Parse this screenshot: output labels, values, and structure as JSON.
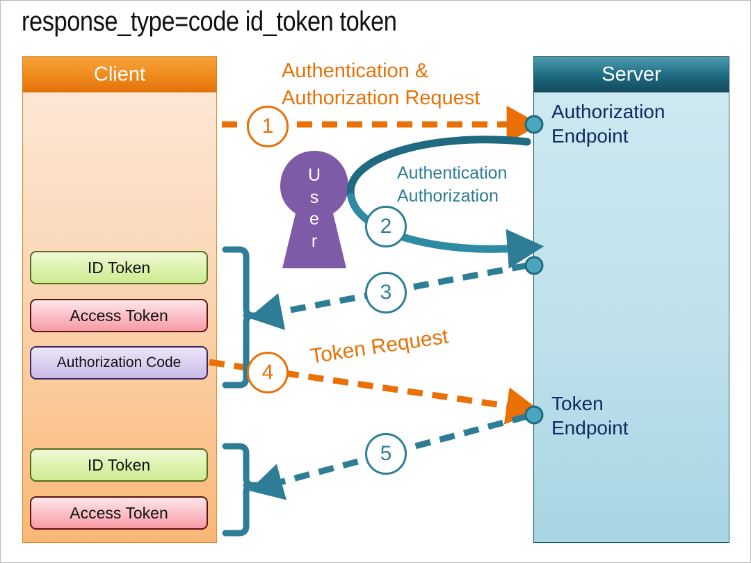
{
  "title": "response_type=code id_token token",
  "colors": {
    "orange": "#ea7005",
    "teal": "#2e7d96",
    "server_dark_teal": "#174f5e",
    "endpoint_text": "#102a60",
    "user_purple": "#7d5ba6",
    "id_token_green": "#cdeb91",
    "access_token_pink": "#f79aa4",
    "auth_code_purple": "#c9bbe7"
  },
  "client": {
    "header": "Client",
    "token_group_top": [
      {
        "label": "ID Token",
        "style": "green"
      },
      {
        "label": "Access Token",
        "style": "pink"
      },
      {
        "label": "Authorization Code",
        "style": "purple"
      }
    ],
    "token_group_bottom": [
      {
        "label": "ID Token",
        "style": "green"
      },
      {
        "label": "Access Token",
        "style": "pink"
      }
    ]
  },
  "server": {
    "header": "Server",
    "endpoints": [
      {
        "label": "Authorization\nEndpoint"
      },
      {
        "label": "Token\nEndpoint"
      }
    ]
  },
  "actor": {
    "label": "User",
    "letters": [
      "U",
      "s",
      "e",
      "r"
    ]
  },
  "flows": [
    {
      "number": "1",
      "label": "Authentication &\nAuthorization Request",
      "color": "orange",
      "style": "dashed",
      "direction": "client-to-server"
    },
    {
      "number": "2",
      "label": "Authentication\nAuthorization",
      "color": "teal",
      "style": "solid-curve",
      "direction": "server-user-server"
    },
    {
      "number": "3",
      "label": "",
      "color": "teal",
      "style": "dashed",
      "direction": "server-to-client"
    },
    {
      "number": "4",
      "label": "Token Request",
      "color": "orange",
      "style": "dashed",
      "direction": "client-to-server"
    },
    {
      "number": "5",
      "label": "",
      "color": "teal",
      "style": "dashed",
      "direction": "server-to-client"
    }
  ]
}
